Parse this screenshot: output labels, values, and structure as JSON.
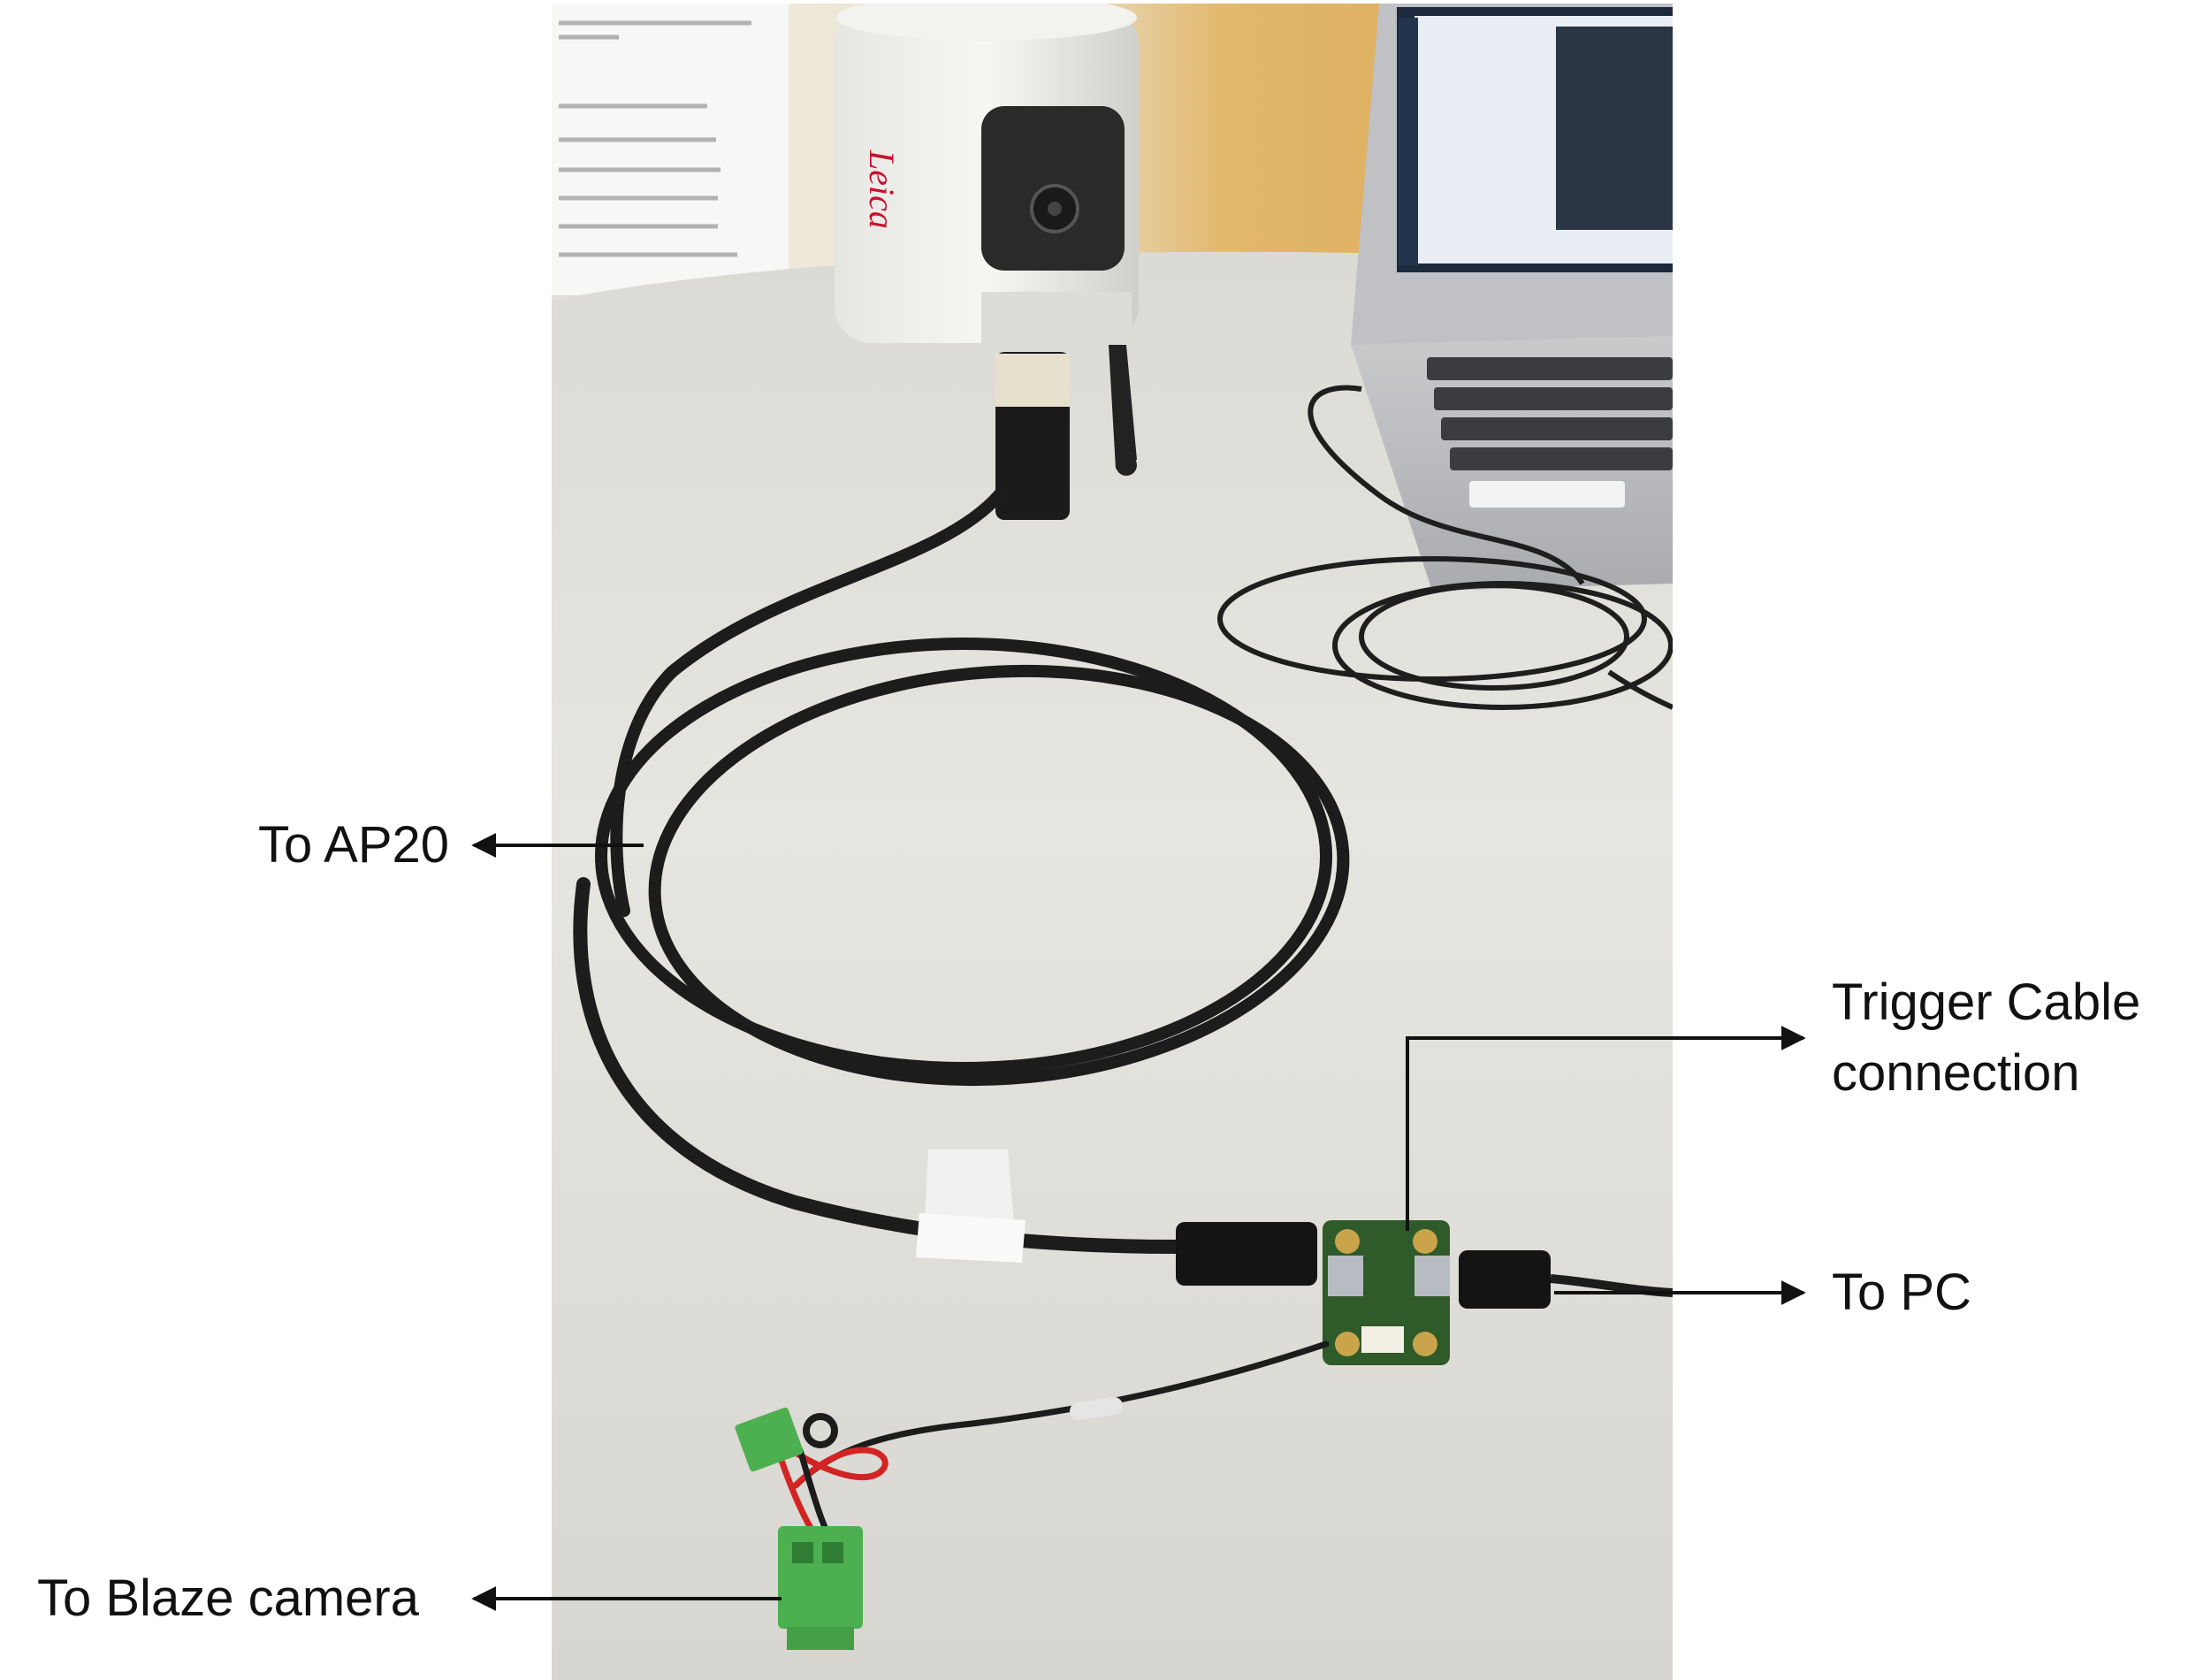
{
  "labels": {
    "to_ap20": "To AP20",
    "to_blaze_camera": "To Blaze camera",
    "trigger_line1": "Trigger Cable",
    "trigger_line2": "connection",
    "to_pc": "To PC"
  },
  "photo": {
    "subject": "Leica AP20 unit with a black cable coiled on a table, connected to a small green trigger circuit board with USB plugs and a green terminal connector, laptop in the background",
    "brand_mark": "Leica"
  },
  "colors": {
    "table": "#e4e3de",
    "cable": "#1c1c1c",
    "pcb": "#2f5a2a",
    "terminal": "#4caf50",
    "arrow": "#111111"
  }
}
